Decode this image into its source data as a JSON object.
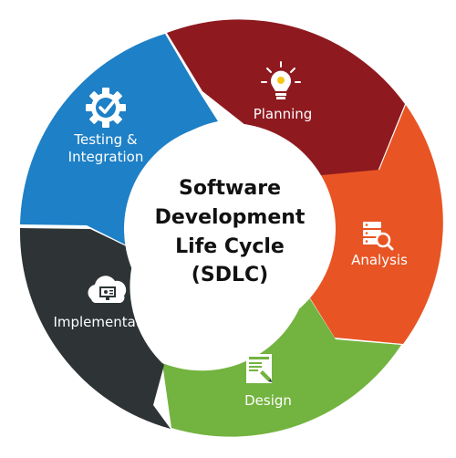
{
  "center": {
    "line1": "Software",
    "line2": "Development",
    "line3": "Life Cycle",
    "line4": "(SDLC)"
  },
  "stages": [
    {
      "label": "Planning",
      "icon": "lightbulb-icon",
      "color": "#8e1a1f"
    },
    {
      "label": "Analysis",
      "icon": "server-search-icon",
      "color": "#e85424"
    },
    {
      "label": "Design",
      "icon": "design-document-icon",
      "color": "#73b33f"
    },
    {
      "label": "Implementation",
      "icon": "cloud-monitor-icon",
      "color": "#2e3436"
    },
    {
      "label_line1": "Testing &",
      "label_line2": "Integration",
      "icon": "gear-check-icon",
      "color": "#1e80c6"
    }
  ]
}
